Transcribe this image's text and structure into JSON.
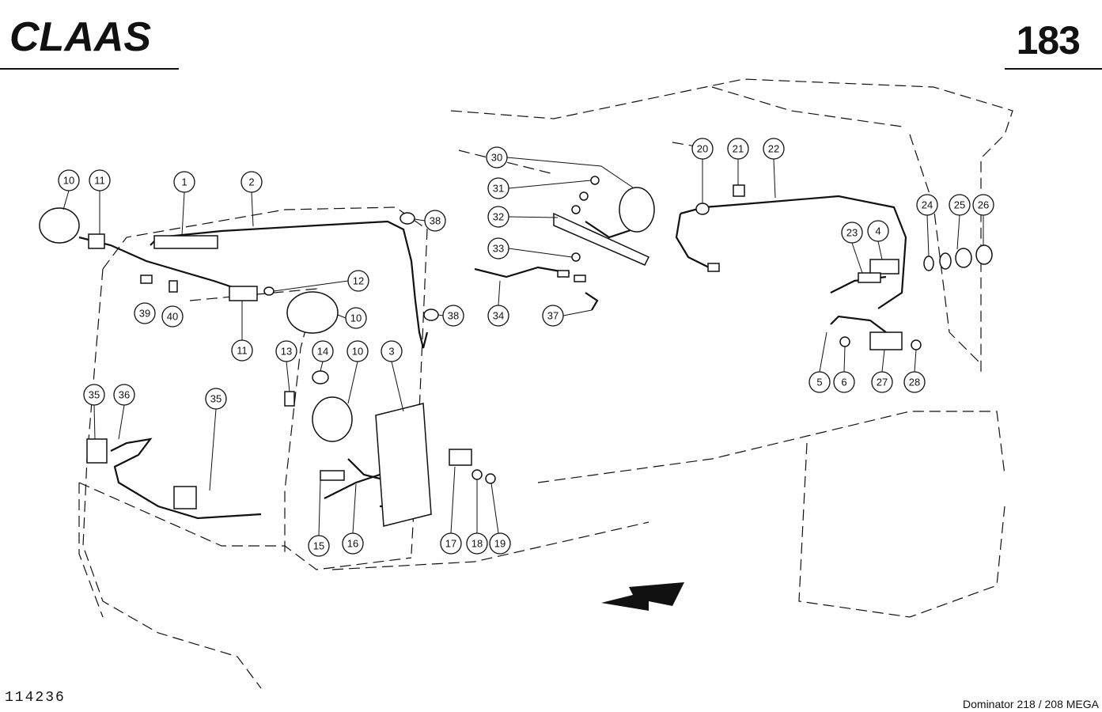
{
  "header": {
    "brand": "CLAAS",
    "page_number": "183"
  },
  "footer": {
    "drawing_id": "114236",
    "model_caption": "Dominator 218 / 208 MEGA"
  },
  "callouts": [
    {
      "id": "c10a",
      "label": "10"
    },
    {
      "id": "c11a",
      "label": "11"
    },
    {
      "id": "c1",
      "label": "1"
    },
    {
      "id": "c2",
      "label": "2"
    },
    {
      "id": "c38a",
      "label": "38"
    },
    {
      "id": "c12",
      "label": "12"
    },
    {
      "id": "c10b",
      "label": "10"
    },
    {
      "id": "c38b",
      "label": "38"
    },
    {
      "id": "c39",
      "label": "39"
    },
    {
      "id": "c40",
      "label": "40"
    },
    {
      "id": "c11b",
      "label": "11"
    },
    {
      "id": "c13",
      "label": "13"
    },
    {
      "id": "c14",
      "label": "14"
    },
    {
      "id": "c10c",
      "label": "10"
    },
    {
      "id": "c3",
      "label": "3"
    },
    {
      "id": "c35a",
      "label": "35"
    },
    {
      "id": "c36",
      "label": "36"
    },
    {
      "id": "c35b",
      "label": "35"
    },
    {
      "id": "c15",
      "label": "15"
    },
    {
      "id": "c16",
      "label": "16"
    },
    {
      "id": "c17",
      "label": "17"
    },
    {
      "id": "c18",
      "label": "18"
    },
    {
      "id": "c19",
      "label": "19"
    },
    {
      "id": "c30",
      "label": "30"
    },
    {
      "id": "c31",
      "label": "31"
    },
    {
      "id": "c32",
      "label": "32"
    },
    {
      "id": "c33",
      "label": "33"
    },
    {
      "id": "c34",
      "label": "34"
    },
    {
      "id": "c37",
      "label": "37"
    },
    {
      "id": "c20",
      "label": "20"
    },
    {
      "id": "c21",
      "label": "21"
    },
    {
      "id": "c22",
      "label": "22"
    },
    {
      "id": "c24",
      "label": "24"
    },
    {
      "id": "c25",
      "label": "25"
    },
    {
      "id": "c26",
      "label": "26"
    },
    {
      "id": "c23",
      "label": "23"
    },
    {
      "id": "c4",
      "label": "4"
    },
    {
      "id": "c5",
      "label": "5"
    },
    {
      "id": "c6",
      "label": "6"
    },
    {
      "id": "c27",
      "label": "27"
    },
    {
      "id": "c28",
      "label": "28"
    }
  ]
}
